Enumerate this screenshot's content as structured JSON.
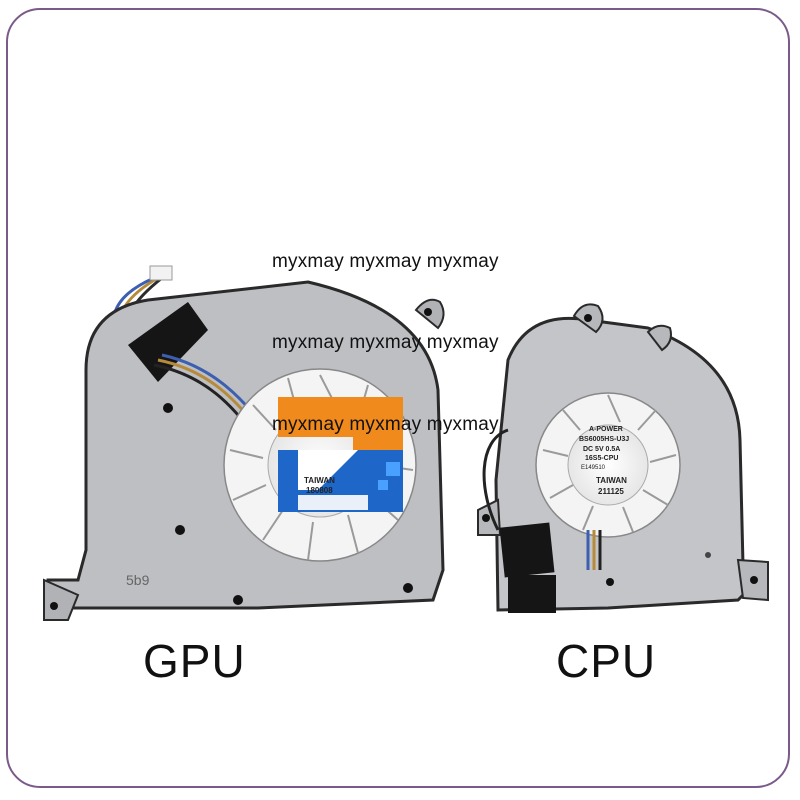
{
  "labels": {
    "gpu": "GPU",
    "cpu": "CPU"
  },
  "watermarks": [
    "myxmay  myxmay myxmay",
    "myxmay  myxmay myxmay",
    "myxmay  myxmay myxmay"
  ],
  "gpu_fan": {
    "sticker": {
      "line1": "TAIWAN",
      "line2": "180808"
    },
    "stamp": "5b9"
  },
  "cpu_fan": {
    "sticker": {
      "brand": "A-POWER",
      "model": "BS6005HS-U3J",
      "rating": "DC 5V 0.5A",
      "part": "16S5-CPU",
      "cert": "E149510",
      "origin": "TAIWAN",
      "date": "211125"
    }
  },
  "colors": {
    "frame": "#7a5a8a",
    "fan_body": "#bdbfc3",
    "logo_orange": "#f08a1c",
    "logo_blue": "#1e66c8"
  },
  "logo": {
    "icon": "z-logo-icon"
  }
}
